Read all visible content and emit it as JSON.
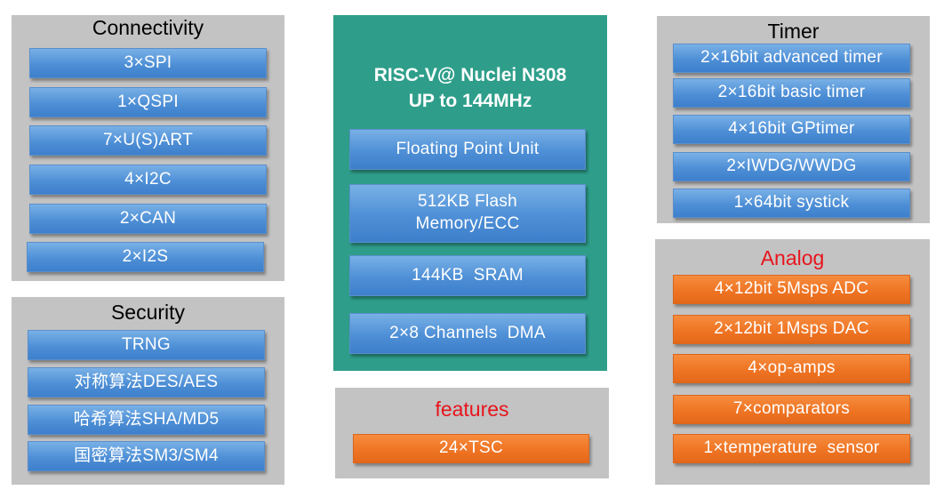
{
  "connectivity": {
    "title": "Connectivity",
    "items": [
      "3×SPI",
      "1×QSPI",
      "7×U(S)ART",
      "4×I2C",
      "2×CAN",
      "2×I2S"
    ]
  },
  "security": {
    "title": "Security",
    "items": [
      "TRNG",
      "对称算法DES/AES",
      "哈希算法SHA/MD5",
      "国密算法SM3/SM4"
    ]
  },
  "core": {
    "title_line1": "RISC-V@ Nuclei N308",
    "title_line2": "UP to 144MHz",
    "items": [
      "Floating Point Unit",
      "512KB Flash",
      "Memory/ECC",
      "144KB  SRAM",
      "2×8 Channels  DMA"
    ]
  },
  "features": {
    "title": "features",
    "items": [
      "24×TSC"
    ]
  },
  "timer": {
    "title": "Timer",
    "items": [
      "2×16bit advanced timer",
      "2×16bit basic timer",
      "4×16bit GPtimer",
      "2×IWDG/WWDG",
      "1×64bit systick"
    ]
  },
  "analog": {
    "title": "Analog",
    "items": [
      "4×12bit 5Msps ADC",
      "2×12bit 1Msps DAC",
      "4×op-amps",
      "7×comparators",
      "1×temperature  sensor"
    ]
  },
  "colors": {
    "panel": "#c3c3c3",
    "core": "#2e9e8a",
    "blue_block": "#4e8fd6",
    "orange_block": "#ee7322",
    "red_title": "#e8141c"
  }
}
